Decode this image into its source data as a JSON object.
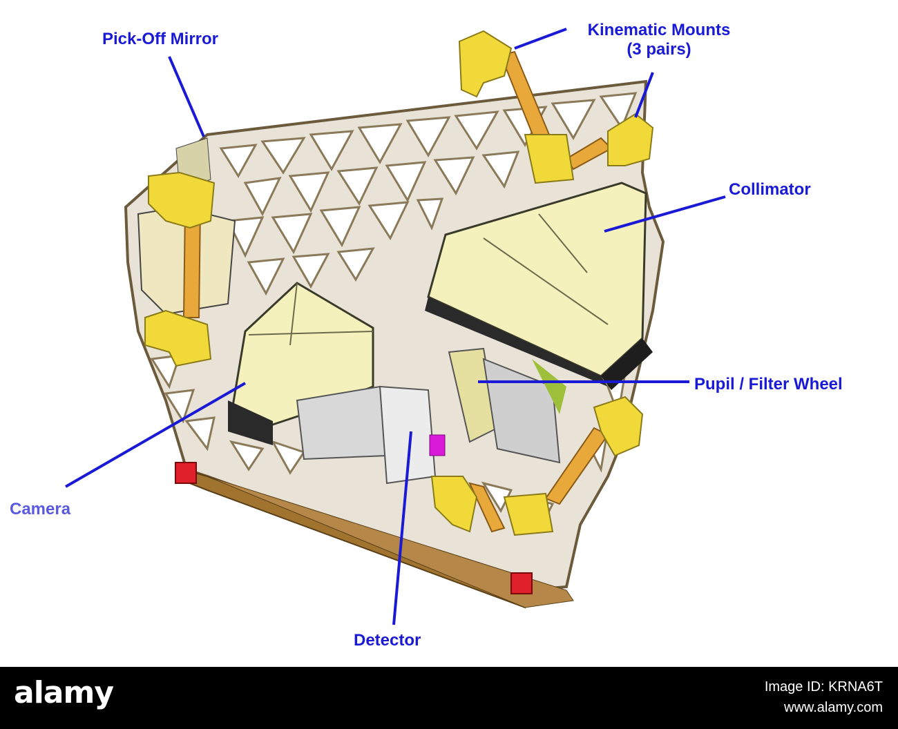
{
  "labels": {
    "pickoff": "Pick-Off Mirror",
    "kinematic_line1": "Kinematic Mounts",
    "kinematic_line2": "(3 pairs)",
    "collimator": "Collimator",
    "pupil": "Pupil / Filter Wheel",
    "camera": "Camera",
    "detector": "Detector"
  },
  "footer": {
    "logo": "alamy",
    "image_id": "Image ID: KRNA6T",
    "url": "www.alamy.com"
  },
  "colors": {
    "label": "#1a1ad6",
    "leader_line": "#1a1ad6",
    "bench": "#e8e3d6",
    "bench_edge": "#6b5a3c",
    "optic": "#f4f1bd",
    "mount": "#f2d93a",
    "strut": "#e8a93a",
    "side_panel": "#a0742e",
    "pad": "#e0202a",
    "connector": "#d81ad8"
  },
  "icons": [
    "alamy-logo"
  ]
}
